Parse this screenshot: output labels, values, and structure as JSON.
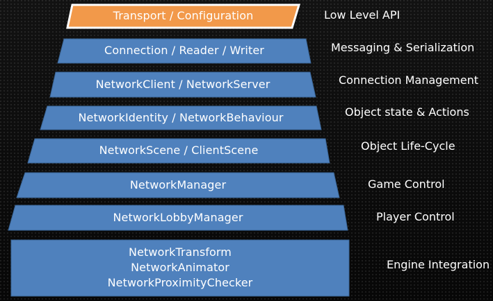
{
  "layers": [
    {
      "label": "Transport / Configuration",
      "desc": "Low Level API",
      "color": "#f2994a"
    },
    {
      "label": "Connection / Reader / Writer",
      "desc": "Messaging & Serialization",
      "color": "#4f81bd"
    },
    {
      "label": "NetworkClient / NetworkServer",
      "desc": "Connection Management",
      "color": "#4f81bd"
    },
    {
      "label": "NetworkIdentity / NetworkBehaviour",
      "desc": "Object state & Actions",
      "color": "#4f81bd"
    },
    {
      "label": "NetworkScene / ClientScene",
      "desc": "Object Life-Cycle",
      "color": "#4f81bd"
    },
    {
      "label": "NetworkManager",
      "desc": "Game Control",
      "color": "#4f81bd"
    },
    {
      "label": "NetworkLobbyManager",
      "desc": "Player Control",
      "color": "#4f81bd"
    },
    {
      "lines": [
        "NetworkTransform",
        "NetworkAnimator",
        "NetworkProximityChecker"
      ],
      "desc": "Engine Integration",
      "color": "#4f81bd"
    }
  ]
}
